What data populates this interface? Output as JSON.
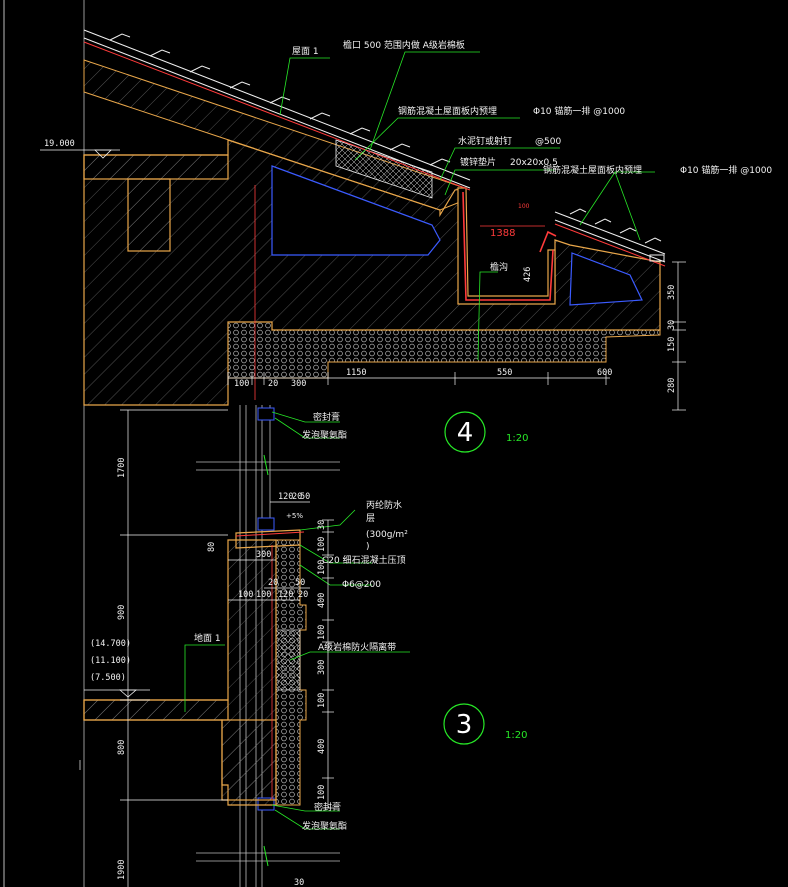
{
  "colors": {
    "background": "#000000",
    "structure": "#e8a64a",
    "insulation": "#f0f0f0",
    "window": "#3b5bff",
    "leader": "#27e827",
    "red": "#ff3b3b",
    "dimension": "#f2f2f2"
  },
  "elevation": {
    "top": "19.000"
  },
  "labels": {
    "roof_finish": "屋面 1",
    "eave_insulation": "檐口 500 范围内做   A级岩棉板",
    "embedded_bar": "钢筋混凝土屋面板内预埋",
    "embedded_bar_spec": "Φ10 锚筋一排   @1000",
    "nail": "水泥钉或射钉",
    "nail_spacing": "@500",
    "galvanized": "镀锌垫片",
    "galvanized_spec": "20x20x0.5",
    "embedded_bar_2": "钢筋混凝土屋面板内预埋",
    "embedded_bar_2_spec": "Φ10 锚筋一排   @1000",
    "gutter": "檐沟",
    "gutter_dim_red": "1388",
    "sealant_1": "密封膏",
    "foam_1": "发泡聚氨酯",
    "waterproof_1": "丙纶防水",
    "waterproof_2": "层",
    "waterproof_3": "(300g/m²",
    "waterproof_4": ")",
    "c20": "C20 细石混凝土压顶",
    "rebar_6": "Φ6@200",
    "floor_finish": "地面 1",
    "fire_belt": "A级岩棉防火隔离带",
    "sealant_2": "密封膏",
    "foam_2": "发泡聚氨酯",
    "el_1": "(14.700)",
    "el_2": "(11.100)",
    "el_3": "(7.500)"
  },
  "details": [
    {
      "number": "4",
      "scale": "1:20"
    },
    {
      "number": "3",
      "scale": "1:20"
    }
  ],
  "dimensions": {
    "horizontal_eave": [
      "100",
      "20",
      "300",
      "1150",
      "550",
      "600"
    ],
    "vertical_eave": [
      "350",
      "30",
      "150",
      "280"
    ],
    "gutter_depth": "426",
    "vertical_left": [
      "1700",
      "900",
      "800",
      "1900"
    ],
    "sill_h": [
      "120",
      "20",
      "50"
    ],
    "sill_h2": [
      "300"
    ],
    "sill_h3": [
      "20",
      "50"
    ],
    "sill_h4": [
      "100",
      "100",
      "120",
      "20"
    ],
    "sill_v": [
      "30",
      "100",
      "100",
      "400",
      "100",
      "300",
      "100",
      "400",
      "100"
    ],
    "slope": "+5%",
    "left_80": "80",
    "bottom_30": "30",
    "tiny_red": "100"
  }
}
